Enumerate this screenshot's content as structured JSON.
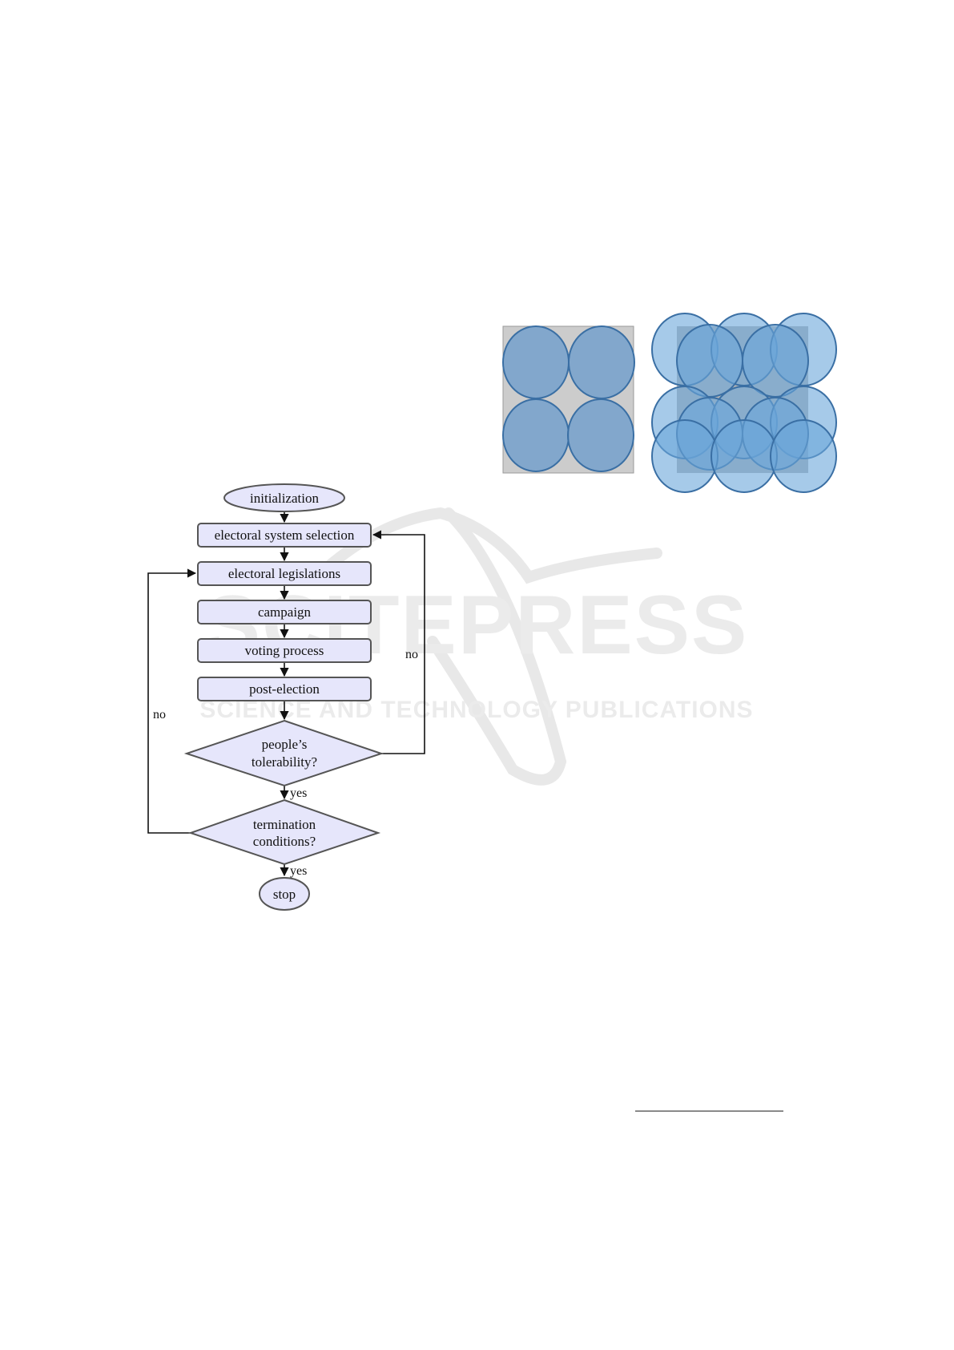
{
  "flowchart": {
    "start": "initialization",
    "steps": [
      "electoral system selection",
      "electoral legislations",
      "campaign",
      "voting process",
      "post-election"
    ],
    "decision1": [
      "people’s",
      "tolerability?"
    ],
    "decision2": [
      "termination",
      "conditions?"
    ],
    "end": "stop",
    "labels": {
      "no_right": "no",
      "no_left": "no",
      "yes1": "yes",
      "yes2": "yes"
    },
    "colors": {
      "fill": "#e6e6fb",
      "stroke": "#555555"
    }
  },
  "circles_figure": {
    "fill_left": "#7aa3cc",
    "fill_right": "#6ba6db",
    "square_left": "#cccccc",
    "square_right": "#aaaaaa"
  },
  "watermark": {
    "title": "SCITEPRESS",
    "subtitle": "SCIENCE AND TECHNOLOGY PUBLICATIONS"
  }
}
